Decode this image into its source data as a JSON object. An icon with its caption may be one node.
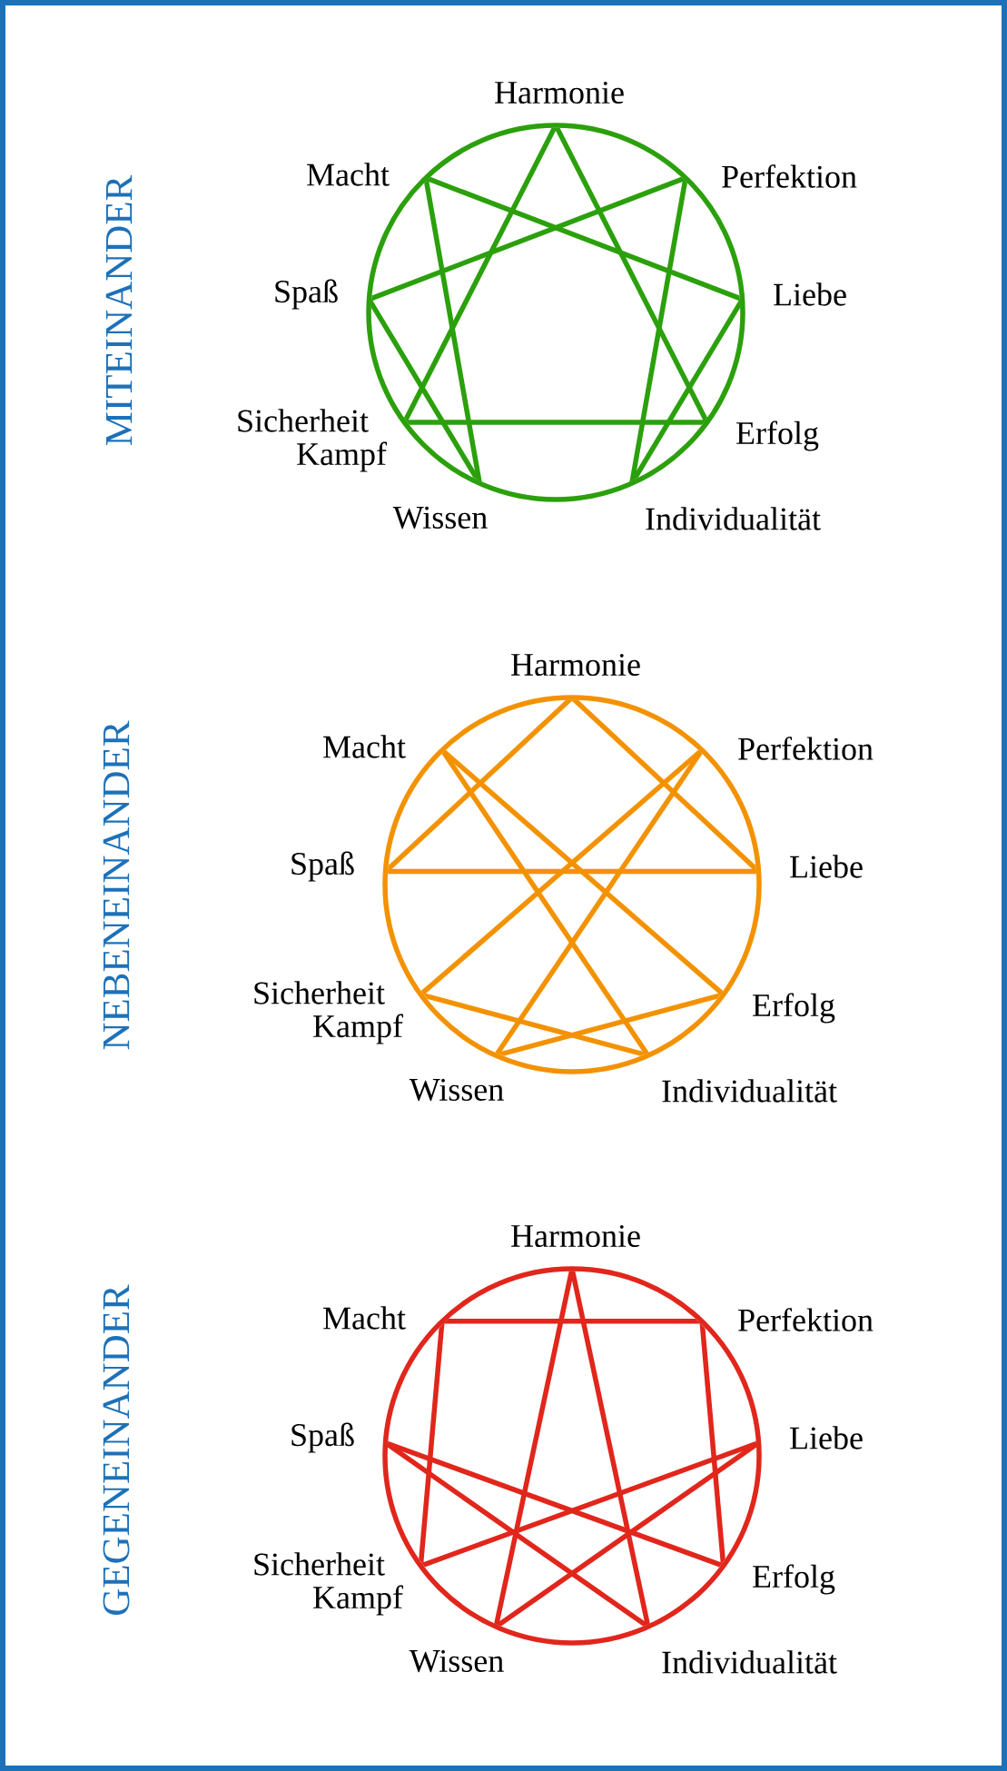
{
  "diagram": {
    "nodes": [
      {
        "text": [
          "Harmonie"
        ]
      },
      {
        "text": [
          "Macht"
        ]
      },
      {
        "text": [
          "Perfektion"
        ]
      },
      {
        "text": [
          "Spaß"
        ]
      },
      {
        "text": [
          "Liebe"
        ]
      },
      {
        "text": [
          "Sicherheit",
          "Kampf"
        ]
      },
      {
        "text": [
          "Erfolg"
        ]
      },
      {
        "text": [
          "Wissen"
        ]
      },
      {
        "text": [
          "Individualität"
        ]
      },
      {
        "text": [
          "Harmonie"
        ]
      },
      {
        "text": [
          "Macht"
        ]
      },
      {
        "text": [
          "Perfektion"
        ]
      },
      {
        "text": [
          "Spaß"
        ]
      },
      {
        "text": [
          "Liebe"
        ]
      },
      {
        "text": [
          "Sicherheit",
          "Kampf"
        ]
      },
      {
        "text": [
          "Erfolg"
        ]
      },
      {
        "text": [
          "Wissen"
        ]
      },
      {
        "text": [
          "Individualität"
        ]
      },
      {
        "text": [
          "Harmonie"
        ]
      },
      {
        "text": [
          "Macht"
        ]
      },
      {
        "text": [
          "Perfektion"
        ]
      },
      {
        "text": [
          "Spaß"
        ]
      },
      {
        "text": [
          "Liebe"
        ]
      },
      {
        "text": [
          "Sicherheit",
          "Kampf"
        ]
      },
      {
        "text": [
          "Erfolg"
        ]
      },
      {
        "text": [
          "Wissen"
        ]
      },
      {
        "text": [
          "Individualität"
        ]
      }
    ],
    "edges": [
      {
        "from": 0,
        "to": 6,
        "arrow": "none",
        "color": "#2ba00c"
      },
      {
        "from": 0,
        "to": 5,
        "arrow": "none",
        "color": "#2ba00c"
      },
      {
        "from": 5,
        "to": 6,
        "arrow": "none",
        "color": "#2ba00c"
      },
      {
        "from": 2,
        "to": 8,
        "arrow": "none",
        "color": "#2ba00c"
      },
      {
        "from": 4,
        "to": 8,
        "arrow": "none",
        "color": "#2ba00c"
      },
      {
        "from": 1,
        "to": 4,
        "arrow": "none",
        "color": "#2ba00c"
      },
      {
        "from": 1,
        "to": 7,
        "arrow": "none",
        "color": "#2ba00c"
      },
      {
        "from": 3,
        "to": 7,
        "arrow": "none",
        "color": "#2ba00c"
      },
      {
        "from": 2,
        "to": 3,
        "arrow": "none",
        "color": "#2ba00c"
      },
      {
        "from": 9,
        "to": 12,
        "arrow": "none",
        "color": "#f39200"
      },
      {
        "from": 9,
        "to": 13,
        "arrow": "none",
        "color": "#f39200"
      },
      {
        "from": 12,
        "to": 13,
        "arrow": "none",
        "color": "#f39200"
      },
      {
        "from": 10,
        "to": 15,
        "arrow": "none",
        "color": "#f39200"
      },
      {
        "from": 10,
        "to": 17,
        "arrow": "none",
        "color": "#f39200"
      },
      {
        "from": 11,
        "to": 14,
        "arrow": "none",
        "color": "#f39200"
      },
      {
        "from": 11,
        "to": 16,
        "arrow": "none",
        "color": "#f39200"
      },
      {
        "from": 14,
        "to": 17,
        "arrow": "none",
        "color": "#f39200"
      },
      {
        "from": 15,
        "to": 16,
        "arrow": "none",
        "color": "#f39200"
      },
      {
        "from": 18,
        "to": 25,
        "arrow": "none",
        "color": "#e1261c"
      },
      {
        "from": 18,
        "to": 26,
        "arrow": "none",
        "color": "#e1261c"
      },
      {
        "from": 19,
        "to": 20,
        "arrow": "none",
        "color": "#e1261c"
      },
      {
        "from": 19,
        "to": 23,
        "arrow": "none",
        "color": "#e1261c"
      },
      {
        "from": 20,
        "to": 24,
        "arrow": "none",
        "color": "#e1261c"
      },
      {
        "from": 21,
        "to": 24,
        "arrow": "none",
        "color": "#e1261c"
      },
      {
        "from": 21,
        "to": 26,
        "arrow": "none",
        "color": "#e1261c"
      },
      {
        "from": 22,
        "to": 23,
        "arrow": "none",
        "color": "#e1261c"
      },
      {
        "from": 22,
        "to": 25,
        "arrow": "none",
        "color": "#e1261c"
      }
    ],
    "labels": [
      "MITEINANDER",
      "NEBENEINANDER",
      "GEGENEINANDER"
    ]
  }
}
